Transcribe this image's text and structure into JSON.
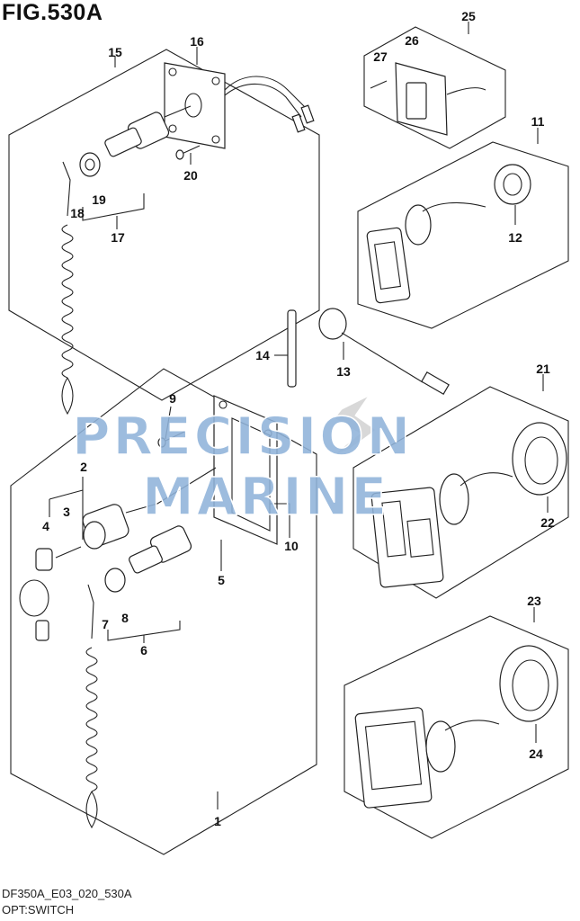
{
  "figure": {
    "title": "FIG.530A"
  },
  "footer": {
    "code": "DF350A_E03_020_530A",
    "name": "OPT:SWITCH"
  },
  "watermark": {
    "line1": "PRECISION",
    "line2": "MARINE",
    "logo": "Suzuki S"
  },
  "callouts": {
    "c1": "1",
    "c2": "2",
    "c3": "3",
    "c4": "4",
    "c5": "5",
    "c6": "6",
    "c7": "7",
    "c8": "8",
    "c9": "9",
    "c10": "10",
    "c11": "11",
    "c12": "12",
    "c13": "13",
    "c14": "14",
    "c15": "15",
    "c16": "16",
    "c17": "17",
    "c18": "18",
    "c19": "19",
    "c20": "20",
    "c21": "21",
    "c22": "22",
    "c23": "23",
    "c24": "24",
    "c25": "25",
    "c26": "26",
    "c27": "27"
  },
  "colors": {
    "watermark": "#8fb3d9",
    "line": "#222222"
  }
}
